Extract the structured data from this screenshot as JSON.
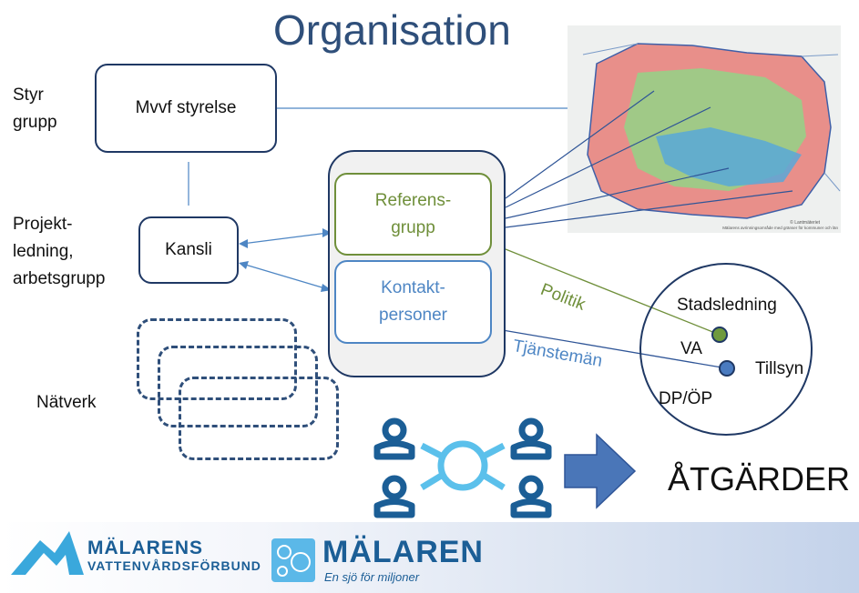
{
  "title": "Organisation",
  "left_labels": {
    "styrgrupp": [
      "Styr",
      "grupp"
    ],
    "projektledning": [
      "Projekt-",
      "ledning,",
      "arbetsgrupp"
    ],
    "natverk": "Nätverk"
  },
  "boxes": {
    "styrelse": "Mvvf styrelse",
    "kansli": "Kansli",
    "referensgrupp": [
      "Referens-",
      "grupp"
    ],
    "kontaktpersoner": [
      "Kontakt-",
      "personer"
    ]
  },
  "connectors": {
    "politik": "Politik",
    "tjansteman": "Tjänstemän"
  },
  "circle_labels": {
    "stadsledning": "Stadsledning",
    "va": "VA",
    "tillsyn": "Tillsyn",
    "dp_op": "DP/ÖP"
  },
  "atgarder": "ÅTGÄRDER",
  "map": {
    "credit": "© Lantmäteriet",
    "caption": "Mälarens avrinningsområde med gränser för kommuner och län"
  },
  "logos": {
    "mvvf": [
      "MÄLARENS",
      "VATTENVÅRDSFÖRBUND"
    ],
    "malaren": "MÄLAREN",
    "malaren_tagline": "En sjö för miljoner"
  },
  "colors": {
    "dark_blue": "#1f3864",
    "green": "#6f8f3a",
    "mid_blue": "#4e86c4",
    "icon_blue": "#1b5e96",
    "light_blue": "#5bc0eb",
    "arrow_blue": "#4a76b8"
  }
}
